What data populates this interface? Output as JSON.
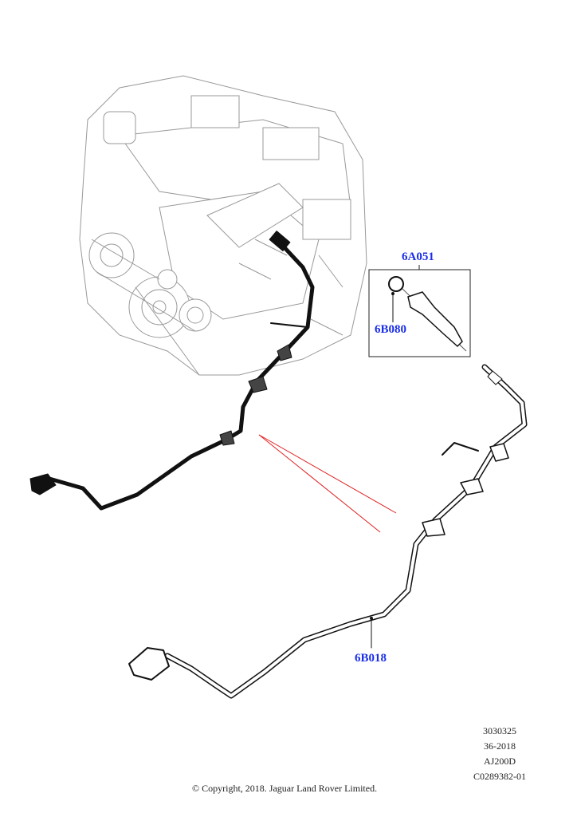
{
  "callouts": {
    "connector_assembly": "6A051",
    "clip": "6B080",
    "harness": "6B018"
  },
  "meta": {
    "ref1": "3030325",
    "ref2": "36-2018",
    "engine": "AJ200D",
    "code": "C0289382-01"
  },
  "copyright": "© Copyright, 2018. Jaguar Land Rover Limited.",
  "colors": {
    "callout": "#1a2ee8",
    "leader": "#e02020"
  }
}
